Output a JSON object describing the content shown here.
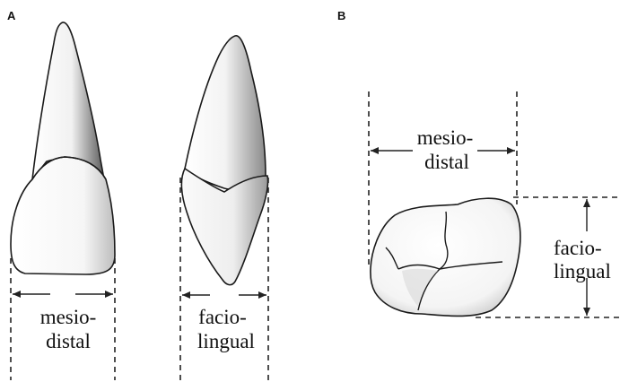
{
  "panels": {
    "a": {
      "letter": "A",
      "incisor_labels": [
        "mesio-",
        "distal"
      ],
      "side_labels": [
        "facio-",
        "lingual"
      ]
    },
    "b": {
      "letter": "B",
      "top_labels": [
        "mesio-",
        "distal"
      ],
      "right_labels": [
        "facio-",
        "lingual"
      ]
    }
  }
}
